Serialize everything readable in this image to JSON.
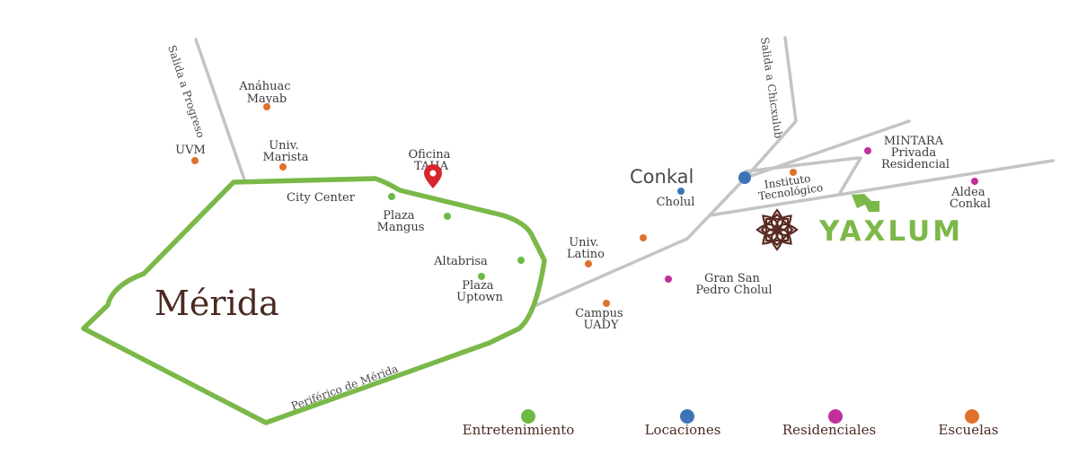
{
  "colors": {
    "entretenimiento": "#6dbb45",
    "locaciones": "#3c74b5",
    "residenciales": "#c0309a",
    "escuelas": "#e0712d",
    "periferico": "#7bb84a",
    "road": "#c4c4c4",
    "brand_dark": "#5a2a22",
    "brand_green": "#7cb849",
    "pin": "#d7262e"
  },
  "roads": {
    "progreso": "Salida a Progreso",
    "chicxulub": "Salida a Chicxulub",
    "periferico": "Periférico de Mérida"
  },
  "cities": {
    "merida": "Mérida",
    "conkal": "Conkal"
  },
  "brand": {
    "name": "YAXLUM",
    "icon": "flower-logo-icon"
  },
  "office": {
    "line1": "Oficina",
    "line2": "TAHA",
    "icon": "map-pin-icon"
  },
  "places": {
    "anahuac": [
      "Anáhuac",
      "Mayab"
    ],
    "uvm": [
      "UVM"
    ],
    "marista": [
      "Univ.",
      "Marista"
    ],
    "city_center": [
      "City Center"
    ],
    "plaza_mangus": [
      "Plaza",
      "Mangus"
    ],
    "altabrisa": [
      "Altabrisa"
    ],
    "plaza_uptown": [
      "Plaza",
      "Uptown"
    ],
    "univ_latino": [
      "Univ.",
      "Latino"
    ],
    "campus_uady": [
      "Campus",
      "UADY"
    ],
    "gran_san_pedro": [
      "Gran San",
      "Pedro Cholul"
    ],
    "cholul": [
      "Cholul"
    ],
    "instituto": [
      "Instituto",
      "Tecnológico"
    ],
    "mintara": [
      "MINTARA",
      "Privada",
      "Residencial"
    ],
    "aldea_conkal": [
      "Aldea",
      "Conkal"
    ]
  },
  "legend": [
    {
      "label": "Entretenimiento",
      "color": "#6dbb45"
    },
    {
      "label": "Locaciones",
      "color": "#3c74b5"
    },
    {
      "label": "Residenciales",
      "color": "#c0309a"
    },
    {
      "label": "Escuelas",
      "color": "#e0712d"
    }
  ]
}
